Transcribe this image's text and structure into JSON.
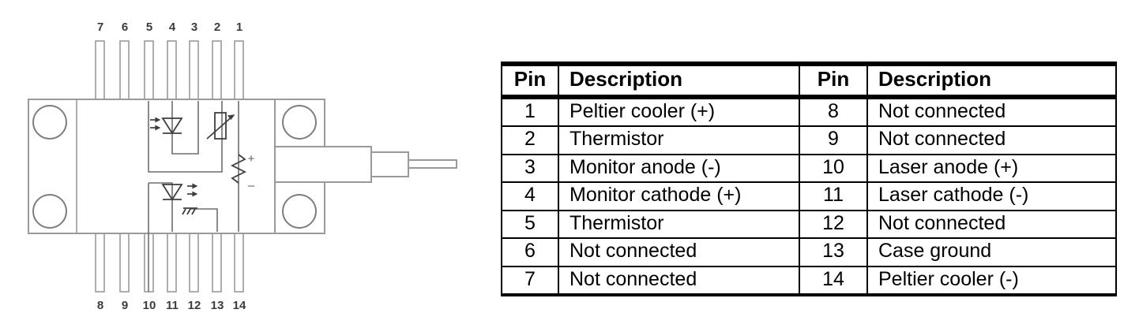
{
  "diagram": {
    "name": "butterfly-laser-diode-package-pinout",
    "top_pin_labels": [
      "7",
      "6",
      "5",
      "4",
      "3",
      "2",
      "1"
    ],
    "bottom_pin_labels": [
      "8",
      "9",
      "10",
      "11",
      "12",
      "13",
      "14"
    ],
    "polarity_plus": "+",
    "polarity_minus": "–",
    "symbols": {
      "monitor_photodiode": "photodiode-symbol",
      "laser_diode": "laser-diode-symbol",
      "thermistor": "thermistor-symbol",
      "peltier": "peltier-resistor-symbol",
      "case_ground": "chassis-ground-symbol",
      "fiber_pigtail": "fiber-pigtail"
    },
    "colors": {
      "outline": "#9a9a9a",
      "symbol": "#3f3f3f",
      "label": "#3c3c3c"
    }
  },
  "table": {
    "headers": [
      "Pin",
      "Description",
      "Pin",
      "Description"
    ],
    "rows": [
      [
        "1",
        "Peltier cooler (+)",
        "8",
        "Not connected"
      ],
      [
        "2",
        "Thermistor",
        "9",
        "Not connected"
      ],
      [
        "3",
        "Monitor anode (-)",
        "10",
        "Laser anode (+)"
      ],
      [
        "4",
        "Monitor cathode (+)",
        "11",
        "Laser cathode (-)"
      ],
      [
        "5",
        "Thermistor",
        "12",
        "Not connected"
      ],
      [
        "6",
        "Not connected",
        "13",
        "Case ground"
      ],
      [
        "7",
        "Not connected",
        "14",
        "Peltier cooler (-)"
      ]
    ]
  }
}
